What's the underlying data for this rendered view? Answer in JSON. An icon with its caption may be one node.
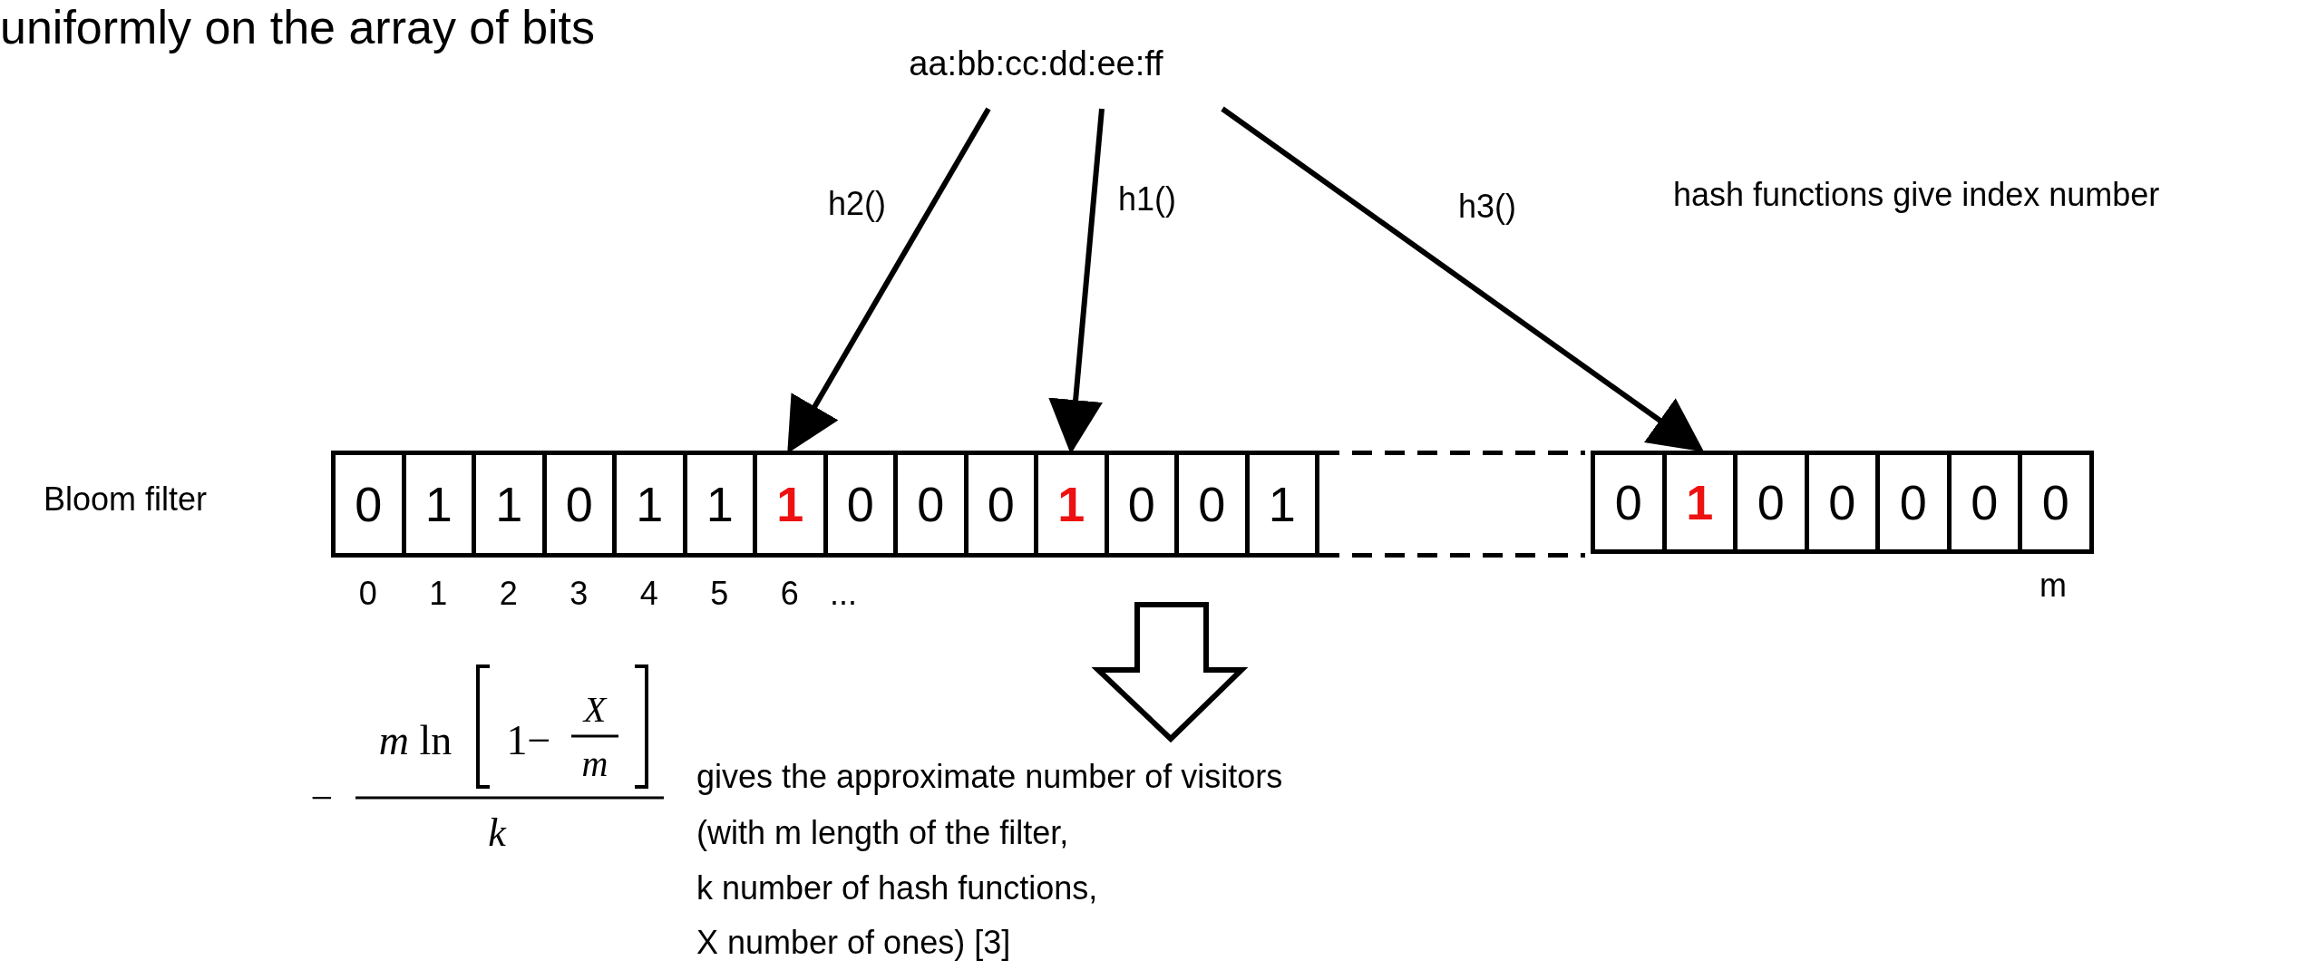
{
  "diagram": {
    "nodes": [
      {
        "text": [
          "aa:bb:cc:dd:ee:ff"
        ]
      },
      {
        "text": [
          "0"
        ]
      },
      {
        "text": [
          "1"
        ]
      },
      {
        "text": [
          "1"
        ]
      },
      {
        "text": [
          "0"
        ]
      },
      {
        "text": [
          "1"
        ]
      },
      {
        "text": [
          "1"
        ]
      },
      {
        "text": [
          "1"
        ]
      },
      {
        "text": [
          "0"
        ]
      },
      {
        "text": [
          "0"
        ]
      },
      {
        "text": [
          "0"
        ]
      },
      {
        "text": [
          "1"
        ]
      },
      {
        "text": [
          "0"
        ]
      },
      {
        "text": [
          "0"
        ]
      },
      {
        "text": [
          "1"
        ]
      },
      {
        "text": [
          "0"
        ]
      },
      {
        "text": [
          "1"
        ]
      },
      {
        "text": [
          "0"
        ]
      },
      {
        "text": [
          "0"
        ]
      },
      {
        "text": [
          "0"
        ]
      },
      {
        "text": [
          "0"
        ]
      },
      {
        "text": [
          "0"
        ]
      }
    ],
    "edges": [
      {
        "from": 0,
        "to": 7,
        "arrow": "to",
        "label": "h2()"
      },
      {
        "from": 0,
        "to": 11,
        "arrow": "to",
        "label": "h1()"
      },
      {
        "from": 0,
        "to": 16,
        "arrow": "to",
        "label": "h3()"
      }
    ],
    "labels": [
      "uniformly on the array of bits",
      "hash functions give index number",
      "Bloom filter",
      "0",
      "1",
      "2",
      "3",
      "4",
      "5",
      "6",
      "...",
      "m",
      "−",
      "*m* ln",
      "1−",
      "X",
      "m",
      "k",
      "gives the approximate number of visitors",
      "(with m length of the filter,",
      "k number of hash functions,",
      "X number of ones) [3]"
    ]
  }
}
